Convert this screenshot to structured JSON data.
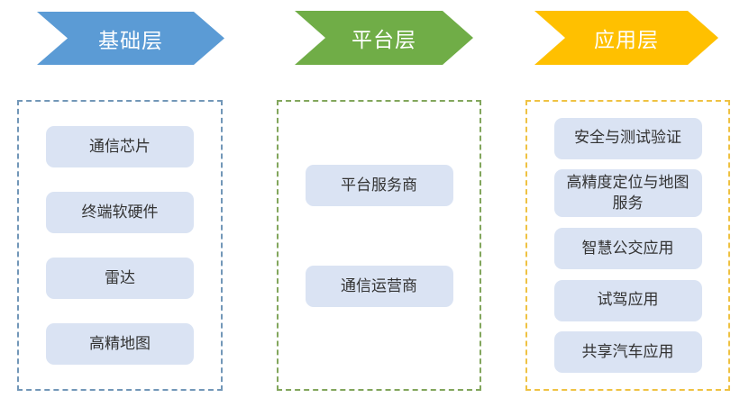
{
  "colors": {
    "foundation_accent": "#5B9BD5",
    "platform_accent": "#70AD47",
    "application_accent": "#FFC000",
    "item_box_fill": "#DAE3F3",
    "item_box_text": "#333333",
    "header_text": "#FFFFFF"
  },
  "columns": [
    {
      "id": "foundation-layer",
      "header": "基础层",
      "items": [
        "通信芯片",
        "终端软硬件",
        "雷达",
        "高精地图"
      ]
    },
    {
      "id": "platform-layer",
      "header": "平台层",
      "items": [
        "平台服务商",
        "通信运营商"
      ]
    },
    {
      "id": "application-layer",
      "header": "应用层",
      "items": [
        "安全与测试验证",
        "高精度定位与地图服务",
        "智慧公交应用",
        "试驾应用",
        "共享汽车应用"
      ]
    }
  ]
}
